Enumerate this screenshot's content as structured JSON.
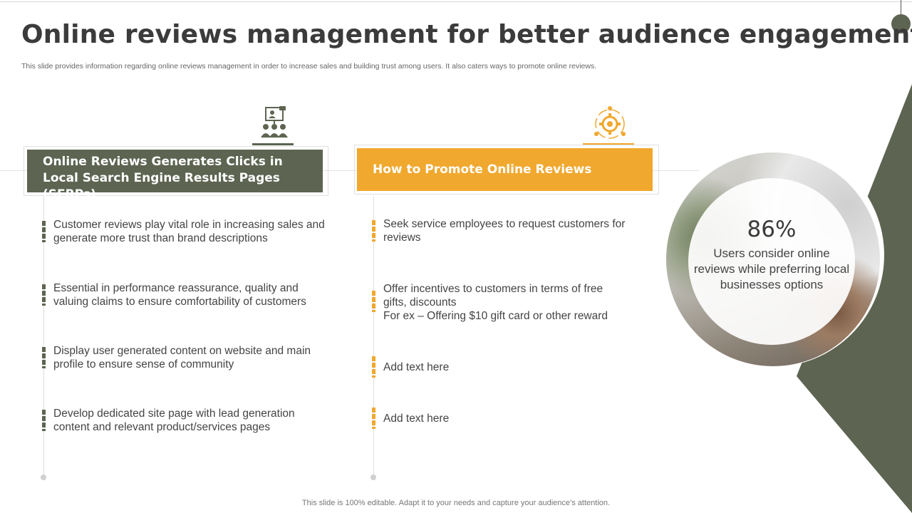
{
  "slide": {
    "title": "Online reviews management for better audience engagement",
    "subtitle": "This slide provides information regarding online reviews management in order to increase sales and building trust among users. It also caters ways to promote online reviews.",
    "footer": "This slide is 100% editable. Adapt it to your needs and capture your audience’s attention."
  },
  "left_column": {
    "header": "Online Reviews Generates Clicks in Local Search Engine Results Pages (SERPs)",
    "icon": "presentation-audience-icon",
    "items": [
      "Customer reviews play vital role in increasing sales and generate more trust than brand descriptions",
      "Essential in performance reassurance, quality and valuing claims to ensure comfortability of customers",
      "Display user generated content on website and main profile to ensure sense of community",
      "Develop dedicated site page with lead generation content and relevant product/services pages"
    ]
  },
  "right_column": {
    "header": "How to Promote Online Reviews",
    "icon": "gear-marketing-cycle-icon",
    "items": [
      "Seek service employees to request customers for reviews",
      "Offer incentives to customers in terms of free gifts, discounts",
      "For ex – Offering $10 gift card or other reward",
      "Add text here",
      "Add text here"
    ]
  },
  "stat": {
    "value": "86%",
    "text": "Users consider online reviews while preferring local businesses options"
  },
  "colors": {
    "green": "#5d6451",
    "orange": "#f0a82e",
    "text": "#444444"
  }
}
